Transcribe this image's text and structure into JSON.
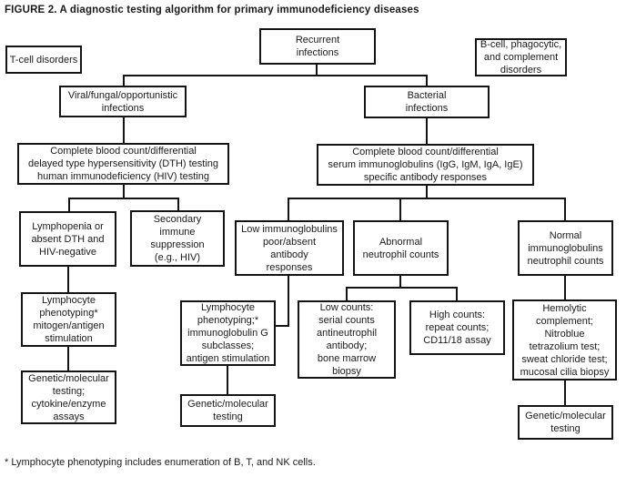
{
  "figure": {
    "title": "FIGURE 2. A diagnostic testing algorithm for primary immunodeficiency diseases",
    "footnote": "* Lymphocyte phenotyping includes enumeration of B, T, and NK cells."
  },
  "colors": {
    "ink": "#141414",
    "background": "#ffffff"
  },
  "nodes": {
    "recurrent_infections": {
      "label": "Recurrent\ninfections"
    },
    "t_cell_disorders": {
      "label": "T-cell disorders"
    },
    "b_cell_disorders": {
      "label": "B-cell, phagocytic,\nand complement\ndisorders"
    },
    "viral_fungal_infections": {
      "label": "Viral/fungal/opportunistic\ninfections"
    },
    "bacterial_infections": {
      "label": "Bacterial\ninfections"
    },
    "workup_tcell": {
      "label": "Complete blood count/differential\ndelayed type hypersensitivity (DTH) testing\nhuman immunodeficiency (HIV) testing"
    },
    "workup_bcell": {
      "label": "Complete blood count/differential\nserum immunoglobulins (IgG, IgM, IgA, IgE)\nspecific antibody responses"
    },
    "lymphopenia": {
      "label": "Lymphopenia or\nabsent DTH and\nHIV-negative"
    },
    "secondary_suppression": {
      "label": "Secondary\nimmune\nsuppression\n(e.g., HIV)"
    },
    "low_immunoglobulins": {
      "label": "Low immunoglobulins\npoor/absent\nantibody\nresponses"
    },
    "abnormal_neutrophils": {
      "label": "Abnormal\nneutrophil counts"
    },
    "normal_immunoglobulins": {
      "label": "Normal\nimmunoglobulins\nneutrophil counts"
    },
    "lymphocyte_phenotyping_mitogen": {
      "label": "Lymphocyte\nphenotyping*\nmitogen/antigen\nstimulation"
    },
    "lymphocyte_phenotyping_subclasses": {
      "label": "Lymphocyte\nphenotyping;*\nimmunoglobulin G\nsubclasses;\nantigen stimulation"
    },
    "low_counts": {
      "label": "Low counts:\nserial counts\nantineutrophil\nantibody;\nbone marrow\nbiopsy"
    },
    "high_counts": {
      "label": "High counts:\nrepeat counts;\nCD11/18 assay"
    },
    "hemolytic_complement": {
      "label": "Hemolytic\ncomplement;\nNitroblue\ntetrazolium test;\nsweat chloride test;\nmucosal cilia biopsy"
    },
    "genetic_testing_cytokine": {
      "label": "Genetic/molecular\ntesting;\ncytokine/enzyme\nassays"
    },
    "genetic_testing_mid": {
      "label": "Genetic/molecular\ntesting"
    },
    "genetic_testing_right": {
      "label": "Genetic/molecular\ntesting"
    }
  }
}
